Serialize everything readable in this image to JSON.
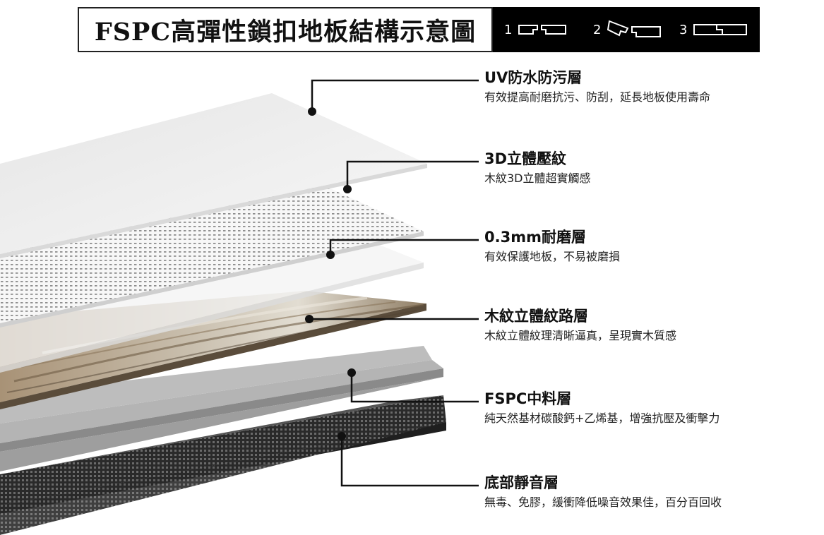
{
  "title": "FSPC高彈性鎖扣地板結構示意圖",
  "lock_steps": [
    "1",
    "2",
    "3"
  ],
  "layers": [
    {
      "title": "UV防水防污層",
      "desc": "有效提高耐磨抗污、防刮，延長地板使用壽命"
    },
    {
      "title": "3D立體壓紋",
      "desc": "木紋3D立體超實觸感"
    },
    {
      "title": "0.3mm耐磨層",
      "desc": "有效保護地板，不易被磨損"
    },
    {
      "title": "木紋立體紋路層",
      "desc": "木紋立體紋理清晰逼真，呈現實木質感"
    },
    {
      "title": "FSPC中料層",
      "desc": "純天然基材碳酸鈣+乙烯基，增強抗壓及衝擊力"
    },
    {
      "title": "底部靜音層",
      "desc": "無毒、免膠，緩衝降低噪音效果佳，百分百回收"
    }
  ],
  "colors": {
    "uv_layer": "#eeeeee",
    "texture_layer": "#f6f6f6",
    "wear_layer": "#f2f2f2",
    "wood_light": "#d8d2c6",
    "wood_dark": "#7a6a55",
    "core_layer": "#a9a9a9",
    "base_layer": "#3a3a3a"
  }
}
